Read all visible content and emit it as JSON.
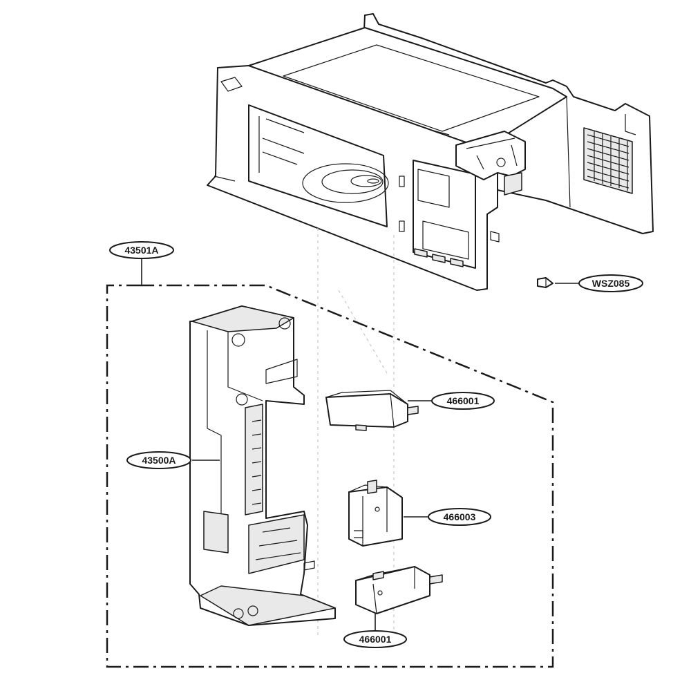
{
  "labels": {
    "assembly": "43501A",
    "frame": "43500A",
    "screw": "WSZ085",
    "switch_top": "466001",
    "switch_middle": "466003",
    "switch_bottom": "466001"
  }
}
